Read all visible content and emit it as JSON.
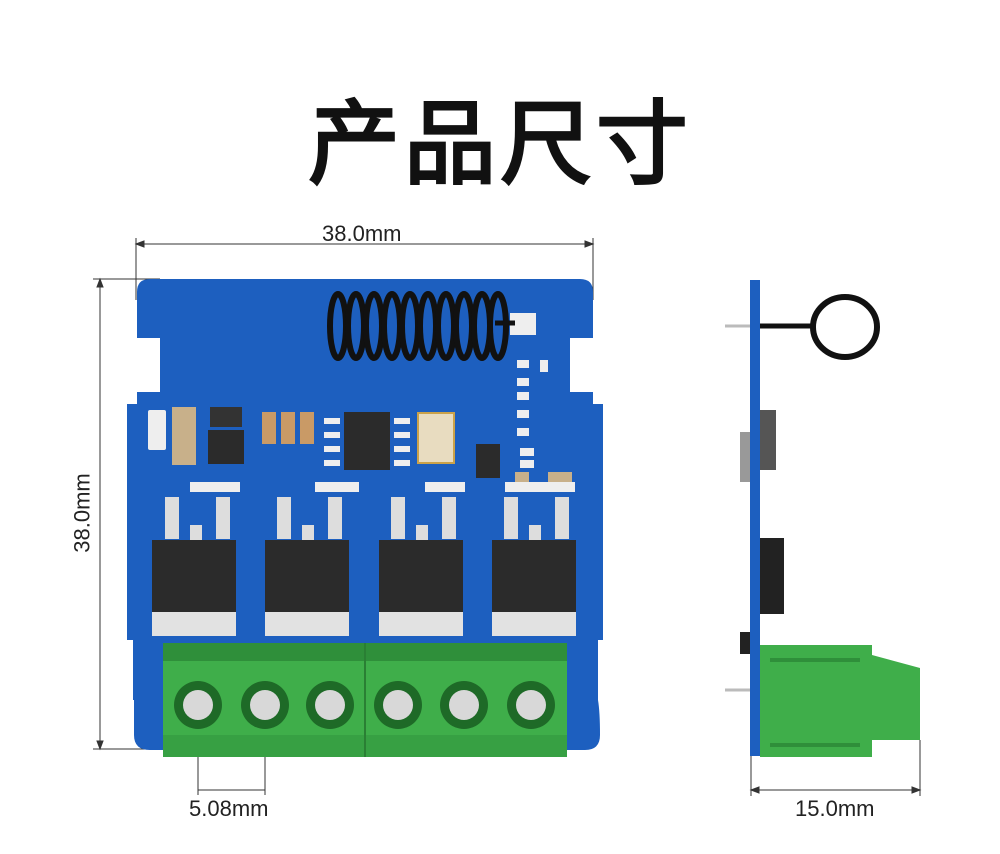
{
  "title": "产品尺寸",
  "dimensions": {
    "width": "38.0mm",
    "height": "38.0mm",
    "pitch": "5.08mm",
    "thickness": "15.0mm"
  },
  "colors": {
    "pcb": "#1d5fbf",
    "terminal": "#3fae4a",
    "component": "#2b2b2b",
    "dimension_line": "#333333"
  }
}
